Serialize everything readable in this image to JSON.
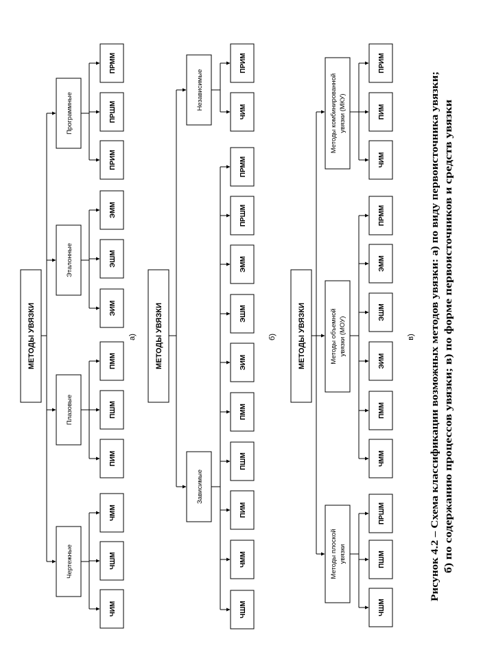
{
  "diagram_a": {
    "root": "МЕТОДЫ УВЯЗКИ",
    "groups": [
      {
        "label": "Чертежные",
        "leaves": [
          "ЧИМ",
          "ЧШМ",
          "ЧММ"
        ]
      },
      {
        "label": "Плазовые",
        "leaves": [
          "ПИМ",
          "ПШМ",
          "ПММ"
        ]
      },
      {
        "label": "Эталонные",
        "leaves": [
          "ЭИМ",
          "ЭШМ",
          "ЭММ"
        ]
      },
      {
        "label": "Программные",
        "leaves": [
          "ПРИМ",
          "ПРШМ",
          "ПРММ"
        ]
      }
    ],
    "sublabel": "а)"
  },
  "diagram_b": {
    "root": "МЕТОДЫ УВЯЗКИ",
    "groups": [
      {
        "label": "Зависимые",
        "leaves": [
          "ЧШМ",
          "ЧММ",
          "ПИМ",
          "ПШМ",
          "ПММ",
          "ЭИМ",
          "ЭШМ",
          "ЭММ",
          "ПРШМ",
          "ПРММ"
        ]
      },
      {
        "label": "Независимые",
        "leaves": [
          "ЧИМ",
          "ПРИМ"
        ]
      }
    ],
    "sublabel": "б)"
  },
  "diagram_c": {
    "root": "МЕТОДЫ УВЯЗКИ",
    "groups": [
      {
        "label_line1": "Методы плоской",
        "label_line2": "увязки",
        "leaves": [
          "ЧШМ",
          "ПШМ",
          "ПРШМ"
        ]
      },
      {
        "label_line1": "Методы объемной",
        "label_line2": "увязки (МОУ)",
        "leaves": [
          "ЧММ",
          "ПММ",
          "ЭИМ",
          "ЭШМ",
          "ЭММ",
          "ПРММ"
        ]
      },
      {
        "label_line1": "Методы комбинированной",
        "label_line2": "увязки (МКУ)",
        "leaves": [
          "ЧИМ",
          "ПИМ",
          "ПРИМ"
        ]
      }
    ],
    "sublabel": "в)"
  },
  "caption": {
    "line1": "Рисунок 4.2 – Схема классификации возможных методов увязки: а) по виду первоисточника увязки;",
    "line2": "б) по содержанию процессов увязки; в) по форме первоисточников и средств увязки"
  }
}
